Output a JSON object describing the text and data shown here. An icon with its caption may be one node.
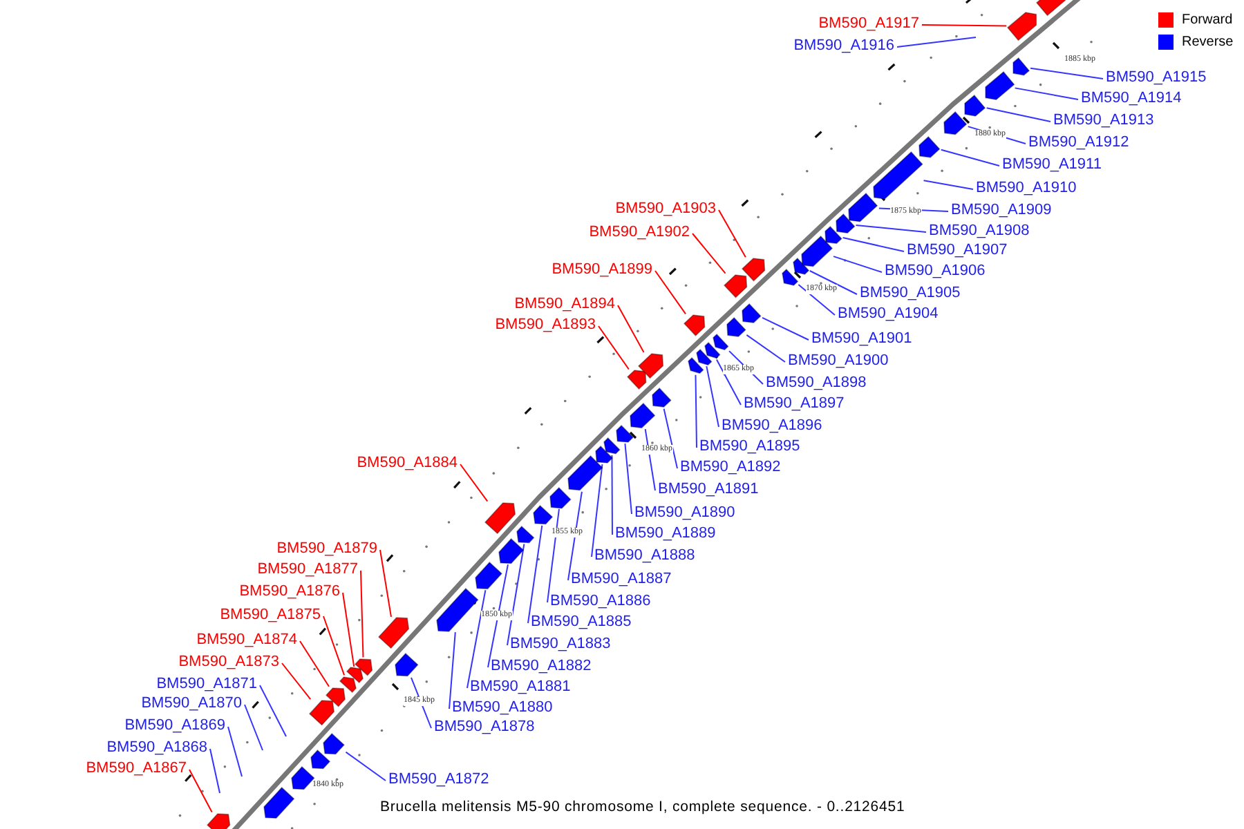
{
  "diagram": {
    "caption": "Brucella melitensis M5-90 chromosome I, complete sequence. - 0..2126451",
    "nodes": [
      {
        "text": [
          "BM590_A1917"
        ]
      },
      {
        "text": [
          "BM590_A1916"
        ]
      },
      {
        "text": [
          "BM590_A1915"
        ]
      },
      {
        "text": [
          "BM590_A1914"
        ]
      },
      {
        "text": [
          "BM590_A1913"
        ]
      },
      {
        "text": [
          "BM590_A1912"
        ]
      },
      {
        "text": [
          "BM590_A1911"
        ]
      },
      {
        "text": [
          "BM590_A1910"
        ]
      },
      {
        "text": [
          "BM590_A1903"
        ]
      },
      {
        "text": [
          "BM590_A1909"
        ]
      },
      {
        "text": [
          "BM590_A1902"
        ]
      },
      {
        "text": [
          "BM590_A1908"
        ]
      },
      {
        "text": [
          "BM590_A1907"
        ]
      },
      {
        "text": [
          "BM590_A1899"
        ]
      },
      {
        "text": [
          "BM590_A1906"
        ]
      },
      {
        "text": [
          "BM590_A1905"
        ]
      },
      {
        "text": [
          "BM590_A1894"
        ]
      },
      {
        "text": [
          "BM590_A1904"
        ]
      },
      {
        "text": [
          "BM590_A1893"
        ]
      },
      {
        "text": [
          "BM590_A1901"
        ]
      },
      {
        "text": [
          "BM590_A1900"
        ]
      },
      {
        "text": [
          "BM590_A1898"
        ]
      },
      {
        "text": [
          "BM590_A1897"
        ]
      },
      {
        "text": [
          "BM590_A1896"
        ]
      },
      {
        "text": [
          "BM590_A1895"
        ]
      },
      {
        "text": [
          "BM590_A1884"
        ]
      },
      {
        "text": [
          "BM590_A1892"
        ]
      },
      {
        "text": [
          "BM590_A1891"
        ]
      },
      {
        "text": [
          "BM590_A1890"
        ]
      },
      {
        "text": [
          "BM590_A1889"
        ]
      },
      {
        "text": [
          "BM590_A1879"
        ]
      },
      {
        "text": [
          "BM590_A1888"
        ]
      },
      {
        "text": [
          "BM590_A1877"
        ]
      },
      {
        "text": [
          "BM590_A1887"
        ]
      },
      {
        "text": [
          "BM590_A1876"
        ]
      },
      {
        "text": [
          "BM590_A1886"
        ]
      },
      {
        "text": [
          "BM590_A1875"
        ]
      },
      {
        "text": [
          "BM590_A1885"
        ]
      },
      {
        "text": [
          "BM590_A1874"
        ]
      },
      {
        "text": [
          "BM590_A1883"
        ]
      },
      {
        "text": [
          "BM590_A1873"
        ]
      },
      {
        "text": [
          "BM590_A1882"
        ]
      },
      {
        "text": [
          "BM590_A1871"
        ]
      },
      {
        "text": [
          "BM590_A1881"
        ]
      },
      {
        "text": [
          "BM590_A1870"
        ]
      },
      {
        "text": [
          "BM590_A1880"
        ]
      },
      {
        "text": [
          "BM590_A1869"
        ]
      },
      {
        "text": [
          "BM590_A1878"
        ]
      },
      {
        "text": [
          "BM590_A1868"
        ]
      },
      {
        "text": [
          "BM590_A1867"
        ]
      },
      {
        "text": [
          "BM590_A1872"
        ]
      },
      {
        "text": [],
        "shape": "box"
      },
      {
        "text": [],
        "shape": "box"
      },
      {
        "text": [],
        "shape": "box"
      },
      {
        "text": [],
        "shape": "box"
      },
      {
        "text": [],
        "shape": "box"
      },
      {
        "text": [],
        "shape": "box"
      },
      {
        "text": [],
        "shape": "box"
      },
      {
        "text": [],
        "shape": "box"
      },
      {
        "text": [],
        "shape": "box"
      },
      {
        "text": [],
        "shape": "box"
      },
      {
        "text": [],
        "shape": "box"
      },
      {
        "text": [],
        "shape": "box"
      },
      {
        "text": [],
        "shape": "box"
      },
      {
        "text": [],
        "shape": "box"
      },
      {
        "text": [],
        "shape": "box"
      },
      {
        "text": [],
        "shape": "box"
      },
      {
        "text": [],
        "shape": "box"
      },
      {
        "text": [],
        "shape": "box"
      },
      {
        "text": [],
        "shape": "box"
      },
      {
        "text": [],
        "shape": "box"
      },
      {
        "text": [],
        "shape": "box"
      },
      {
        "text": [],
        "shape": "box"
      },
      {
        "text": [],
        "shape": "box"
      },
      {
        "text": [],
        "shape": "box"
      },
      {
        "text": [],
        "shape": "box"
      },
      {
        "text": [],
        "shape": "box"
      },
      {
        "text": [],
        "shape": "box"
      },
      {
        "text": [],
        "shape": "box"
      },
      {
        "text": [],
        "shape": "box"
      },
      {
        "text": [],
        "shape": "box"
      },
      {
        "text": [],
        "shape": "box"
      },
      {
        "text": [],
        "shape": "box"
      },
      {
        "text": [],
        "shape": "box"
      },
      {
        "text": [],
        "shape": "box"
      },
      {
        "text": [],
        "shape": "box"
      },
      {
        "text": [],
        "shape": "box"
      },
      {
        "text": [],
        "shape": "box"
      },
      {
        "text": [],
        "shape": "box"
      },
      {
        "text": [],
        "shape": "box"
      },
      {
        "text": [],
        "shape": "box"
      },
      {
        "text": [],
        "shape": "box"
      },
      {
        "text": [],
        "shape": "box"
      },
      {
        "text": [],
        "shape": "box"
      },
      {
        "text": [],
        "shape": "box"
      },
      {
        "text": [],
        "shape": "box"
      },
      {
        "text": [],
        "shape": "box"
      },
      {
        "text": [],
        "shape": "box"
      },
      {
        "text": [],
        "shape": "box"
      },
      {
        "text": [],
        "shape": "box"
      },
      {
        "text": [],
        "shape": "box"
      }
    ],
    "edges": [
      {
        "from": 0,
        "to": 99,
        "arrow": "none",
        "color": "#ff0000"
      },
      {
        "from": 1,
        "to": null,
        "arrow": "none"
      },
      {
        "from": 2,
        "to": 98,
        "arrow": "none"
      },
      {
        "from": 3,
        "to": 97,
        "arrow": "none"
      },
      {
        "from": 4,
        "to": 96,
        "arrow": "none"
      },
      {
        "from": 5,
        "to": 95,
        "arrow": "none"
      },
      {
        "from": 6,
        "to": 94,
        "arrow": "none"
      },
      {
        "from": 7,
        "to": 93,
        "arrow": "none"
      },
      {
        "from": 8,
        "to": 86,
        "arrow": "none",
        "color": "#ff0000"
      },
      {
        "from": 9,
        "to": 92,
        "arrow": "none"
      },
      {
        "from": 10,
        "to": 84,
        "arrow": "none",
        "color": "#ff0000"
      },
      {
        "from": 11,
        "to": 91,
        "arrow": "none"
      },
      {
        "from": 12,
        "to": 90,
        "arrow": "none"
      },
      {
        "from": 13,
        "to": 79,
        "arrow": "none",
        "color": "#ff0000"
      },
      {
        "from": 14,
        "to": 89,
        "arrow": "none"
      },
      {
        "from": 15,
        "to": 88,
        "arrow": "none"
      },
      {
        "from": 16,
        "to": 76,
        "arrow": "none",
        "color": "#ff0000"
      },
      {
        "from": 17,
        "to": 87,
        "arrow": "none"
      },
      {
        "from": 18,
        "to": 74,
        "arrow": "none",
        "color": "#ff0000"
      },
      {
        "from": 19,
        "to": 85,
        "arrow": "none"
      },
      {
        "from": 20,
        "to": 83,
        "arrow": "none"
      },
      {
        "from": 21,
        "to": 82,
        "arrow": "none"
      },
      {
        "from": 22,
        "to": 81,
        "arrow": "none"
      },
      {
        "from": 23,
        "to": 80,
        "arrow": "none"
      },
      {
        "from": 24,
        "to": 78,
        "arrow": "none"
      },
      {
        "from": 25,
        "to": 65,
        "arrow": "none",
        "color": "#ff0000"
      },
      {
        "from": 26,
        "to": 77,
        "arrow": "none"
      },
      {
        "from": 27,
        "to": 75,
        "arrow": "none"
      },
      {
        "from": 28,
        "to": 73,
        "arrow": "none"
      },
      {
        "from": 29,
        "to": 72,
        "arrow": "none"
      },
      {
        "from": 30,
        "to": 61,
        "arrow": "none",
        "color": "#ff0000"
      },
      {
        "from": 31,
        "to": 71,
        "arrow": "none"
      },
      {
        "from": 32,
        "to": 60,
        "arrow": "none",
        "color": "#ff0000"
      },
      {
        "from": 33,
        "to": 70,
        "arrow": "none"
      },
      {
        "from": 34,
        "to": 59,
        "arrow": "none",
        "color": "#ff0000"
      },
      {
        "from": 35,
        "to": 69,
        "arrow": "none"
      },
      {
        "from": 36,
        "to": 58,
        "arrow": "none",
        "color": "#ff0000"
      },
      {
        "from": 37,
        "to": 68,
        "arrow": "none"
      },
      {
        "from": 38,
        "to": 57,
        "arrow": "none",
        "color": "#ff0000"
      },
      {
        "from": 39,
        "to": 67,
        "arrow": "none"
      },
      {
        "from": 40,
        "to": 55,
        "arrow": "none",
        "color": "#ff0000"
      },
      {
        "from": 41,
        "to": 66,
        "arrow": "none"
      },
      {
        "from": 42,
        "to": null,
        "arrow": "none"
      },
      {
        "from": 43,
        "to": 64,
        "arrow": "none"
      },
      {
        "from": 44,
        "to": null,
        "arrow": "none"
      },
      {
        "from": 45,
        "to": 63,
        "arrow": "none"
      },
      {
        "from": 46,
        "to": null,
        "arrow": "none"
      },
      {
        "from": 47,
        "to": 62,
        "arrow": "none"
      },
      {
        "from": 48,
        "to": null,
        "arrow": "none"
      },
      {
        "from": 49,
        "to": 51,
        "arrow": "none",
        "color": "#ff0000"
      },
      {
        "from": 50,
        "to": 56,
        "arrow": "none"
      }
    ],
    "labels": [
      "1840 kbp",
      "1845 kbp",
      "1850 kbp",
      "1855 kbp",
      "1860 kbp",
      "1865 kbp",
      "1870 kbp",
      "1875 kbp",
      "1880 kbp",
      "1885 kbp"
    ],
    "legend": [
      {
        "text": "Forward",
        "color": "#ff0000"
      },
      {
        "text": "Reverse",
        "color": "#0000ff"
      }
    ]
  }
}
